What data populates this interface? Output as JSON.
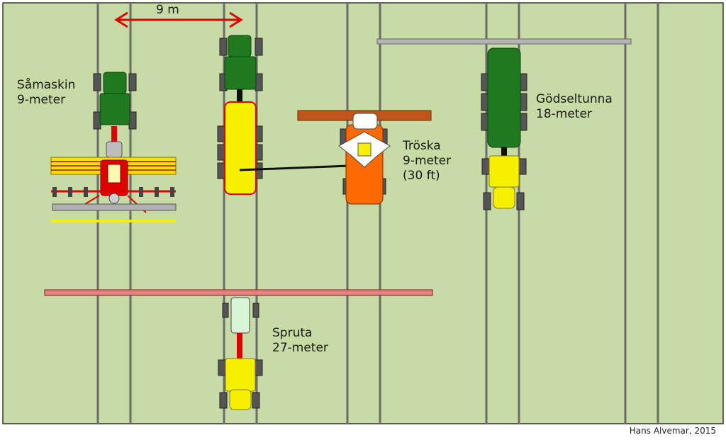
{
  "diagram": {
    "spacing_label": "9 m",
    "machines": [
      {
        "id": "seeder",
        "name": "Såmaskin",
        "width": "9-meter"
      },
      {
        "id": "harvester",
        "name": "Tröska",
        "width": "9-meter",
        "width_ft": "(30 ft)"
      },
      {
        "id": "manure-tank",
        "name": "Gödseltunna",
        "width": "18-meter"
      },
      {
        "id": "sprayer",
        "name": "Spruta",
        "width": "27-meter"
      }
    ],
    "credit": "Hans Alvemar, 2015"
  },
  "colors": {
    "field": "#c7dba4",
    "track": "#6b6b6b",
    "tractor_green": "#1f7a1f",
    "yellow": "#f5f000",
    "red": "#e00000",
    "orange": "#ff6a00",
    "arrow": "#e00000"
  }
}
